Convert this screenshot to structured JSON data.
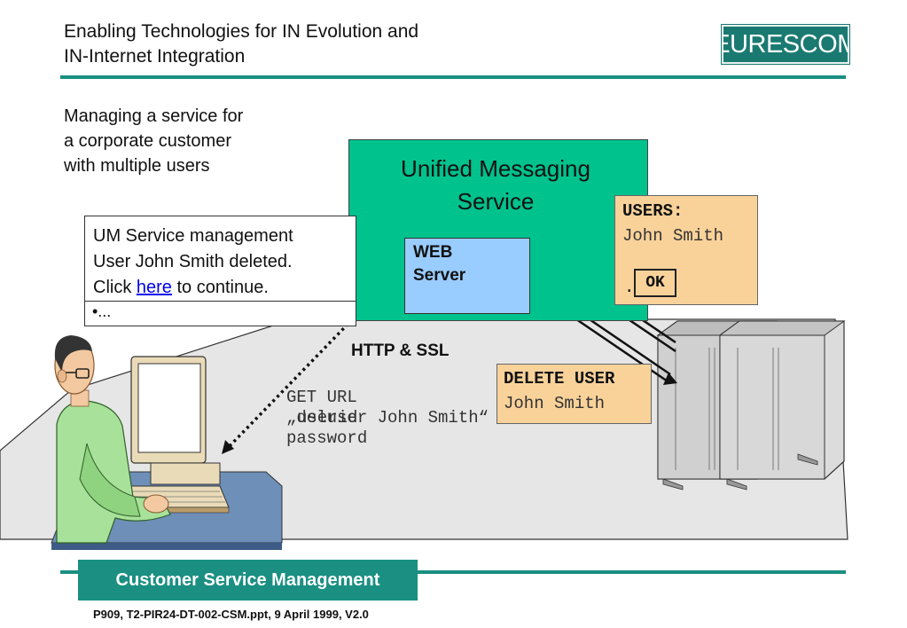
{
  "header": {
    "title_line1": "Enabling Technologies for IN Evolution and",
    "title_line2": "IN-Internet Integration",
    "logo_text": "EURESCOM"
  },
  "intro": {
    "line1": "Managing a service for",
    "line2": "a corporate customer",
    "line3": "with multiple users"
  },
  "service": {
    "title_line1": "Unified Messaging",
    "title_line2": "Service",
    "web_line1": "WEB",
    "web_line2": "Server"
  },
  "users_panel": {
    "heading": "USERS:",
    "name": "John Smith",
    "dot": ".",
    "ok_label": "OK"
  },
  "message_window": {
    "line1": "UM Service management",
    "line2": "User John Smith deleted.",
    "line3_prefix": "Click ",
    "link_text": "here",
    "line3_suffix": " to continue.",
    "bullet": "•..."
  },
  "protocol_label": "HTTP & SSL",
  "request": {
    "line1": "GET URL",
    "line2": "„deluser John Smith“",
    "line2_overlay": "userid",
    "line3": "password"
  },
  "delete_panel": {
    "heading": "DELETE USER",
    "name": "John Smith"
  },
  "footer": {
    "tab_label": "Customer Service Management",
    "document_info": "P909, T2-PIR24-DT-002-CSM.ppt, 9 April 1999, V2.0"
  },
  "colors": {
    "teal": "#1a8f82",
    "service_green": "#00c28d",
    "web_blue": "#99ccff",
    "note_orange": "#f9d29a"
  }
}
